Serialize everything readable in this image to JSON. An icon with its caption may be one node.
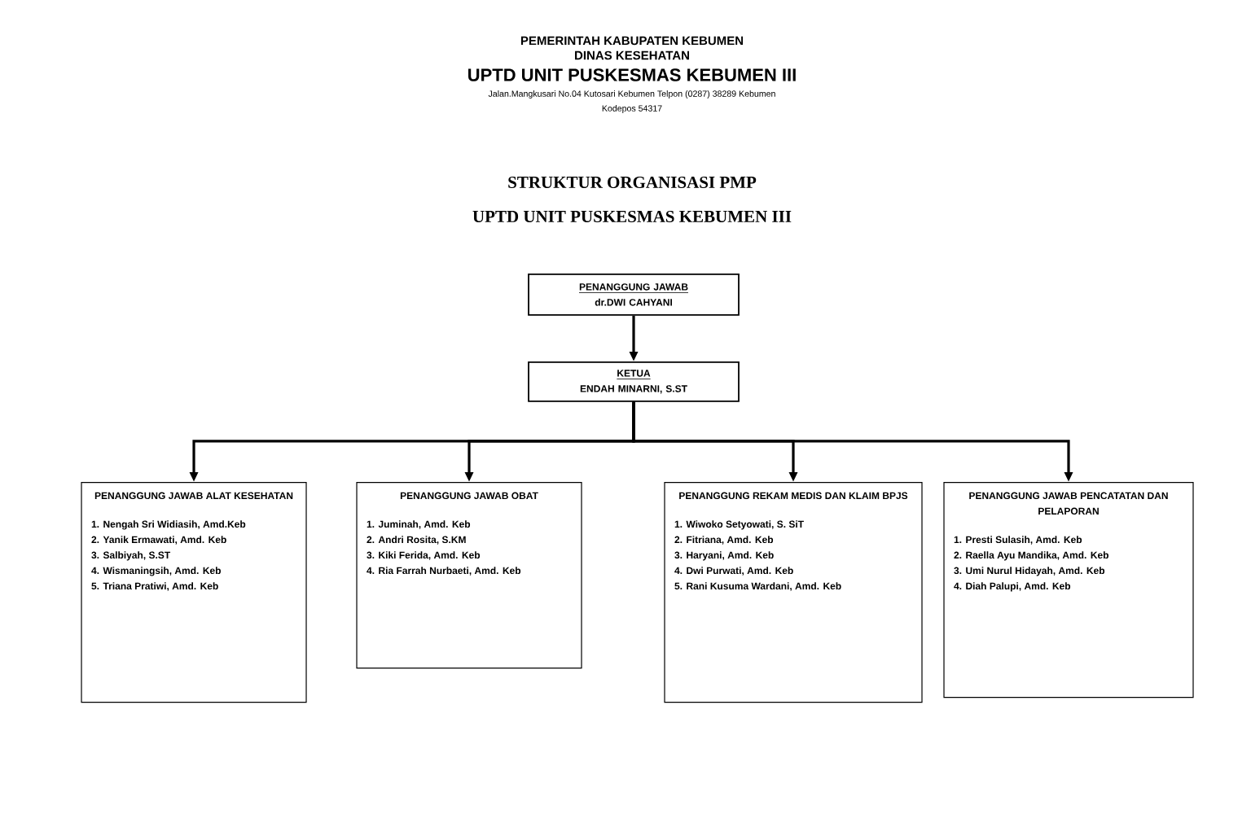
{
  "diagram": {
    "title": "STRUKTUR ORGANISASI PMP",
    "nodes": [
      {
        "text": [
          "PENANGGUNG JAWAB",
          "dr.DWI CAHYANI"
        ]
      },
      {
        "text": [
          "KETUA",
          "ENDAH MINARNI, S.ST"
        ]
      },
      {
        "text": [
          "PENANGGUNG JAWAB ALAT KESEHATAN",
          "1. Nengah Sri Widiasih, Amd.Keb",
          "2. Yanik Ermawati, Amd. Keb",
          "3. Salbiyah, S.ST",
          "4. Wismaningsih, Amd. Keb",
          "5. Triana Pratiwi, Amd. Keb"
        ]
      },
      {
        "text": [
          "PENANGGUNG JAWAB OBAT",
          "1. Juminah, Amd. Keb",
          "2. Andri Rosita, S.KM",
          "3. Kiki Ferida, Amd. Keb",
          "4. Ria Farrah Nurbaeti, Amd. Keb"
        ]
      },
      {
        "text": [
          "PENANGGUNG REKAM MEDIS DAN KLAIM BPJS",
          "1. Wiwoko Setyowati, S. SiT",
          "2. Fitriana, Amd. Keb",
          "3. Haryani, Amd. Keb",
          "4. Dwi Purwati, Amd. Keb",
          "5. Rani Kusuma Wardani, Amd. Keb"
        ]
      },
      {
        "text": [
          "PENANGGUNG JAWAB PENCATATAN DAN PELAPORAN",
          "1. Presti Sulasih, Amd. Keb",
          "2. Raella Ayu Mandika, Amd. Keb",
          "3. Umi Nurul Hidayah, Amd. Keb",
          "4. Diah Palupi, Amd. Keb"
        ]
      }
    ],
    "edges": [
      {
        "from": 0,
        "to": 1,
        "arrow": "to"
      },
      {
        "from": 1,
        "to": 2,
        "arrow": "to"
      },
      {
        "from": 1,
        "to": 3,
        "arrow": "to"
      },
      {
        "from": 1,
        "to": 4,
        "arrow": "to"
      },
      {
        "from": 1,
        "to": 5,
        "arrow": "to"
      }
    ],
    "labels": [
      "PEMERINTAH KABUPATEN KEBUMEN",
      "DINAS KESEHATAN",
      "UPTD UNIT PUSKESMAS KEBUMEN III",
      "Jalan.Mangkusari No.04 Kutosari Kebumen Telpon (0287) 38289 Kebumen",
      "Kodepos 54317",
      "UPTD UNIT PUSKESMAS KEBUMEN III"
    ]
  }
}
